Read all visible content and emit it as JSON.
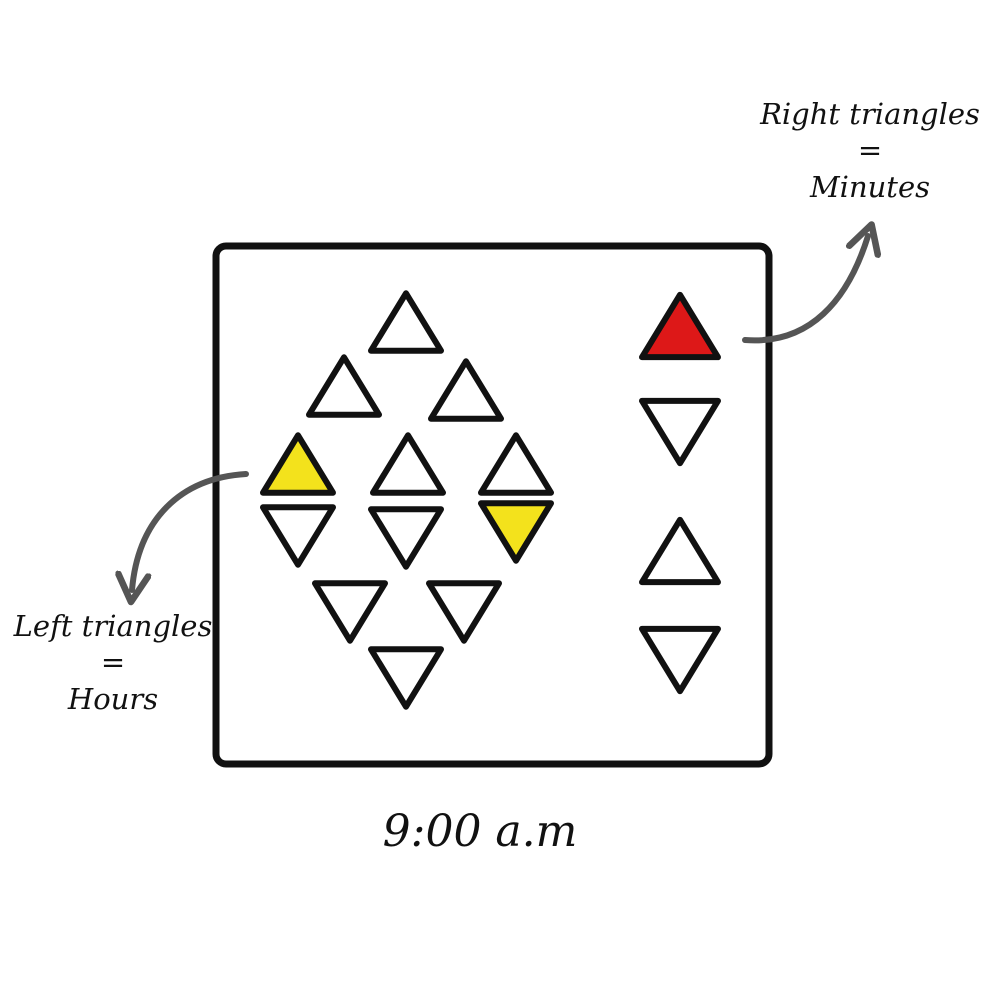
{
  "colors": {
    "outline": "#111111",
    "hour_active": "#f3e21c",
    "minute_active": "#dd1818",
    "inactive": "#ffffff",
    "arrow": "#555555"
  },
  "annotations": {
    "right": {
      "line1": "Right triangles",
      "line2": "=",
      "line3": "Minutes"
    },
    "left": {
      "line1": "Left triangles",
      "line2": "=",
      "line3": "Hours"
    }
  },
  "time_label": "9:00 a.m",
  "hour_triangles": [
    {
      "dir": "up",
      "active": false
    },
    {
      "dir": "up",
      "active": false
    },
    {
      "dir": "up",
      "active": false
    },
    {
      "dir": "up",
      "active": true
    },
    {
      "dir": "up",
      "active": false
    },
    {
      "dir": "up",
      "active": false
    },
    {
      "dir": "down",
      "active": false
    },
    {
      "dir": "down",
      "active": false
    },
    {
      "dir": "down",
      "active": true
    },
    {
      "dir": "down",
      "active": false
    },
    {
      "dir": "down",
      "active": false
    },
    {
      "dir": "down",
      "active": false
    }
  ],
  "minute_triangles": [
    {
      "dir": "up",
      "active": true
    },
    {
      "dir": "down",
      "active": false
    },
    {
      "dir": "up",
      "active": false
    },
    {
      "dir": "down",
      "active": false
    }
  ]
}
